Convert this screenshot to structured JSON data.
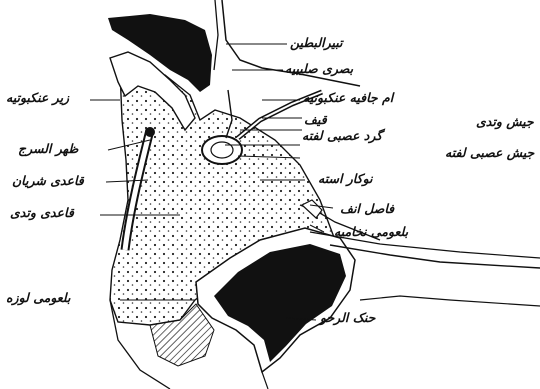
{
  "labels": {
    "tabbir_batin": "تبیرالبطین",
    "basri_salibiye": "بصری صلیبیه",
    "um_jafiye": "ام جافیه عنکبوتیه",
    "zir_ankabutiye": "زیر عنکبوتیه",
    "jesh_vatadi": "جیش وتدی",
    "qif": "قیف",
    "gard_asabi_lafte": "گرد عصبی لفته",
    "zahr_al_sarj": "ظهر السرج",
    "jesh_asabi_lafte": "جیش عصبی لفته",
    "qaedi_sheryan": "قاعدی شریان",
    "nukar_aste": "نوکار استه",
    "qaedi_vatadi": "قاعدی وتدی",
    "fasel_anf": "فاصل انف",
    "balumi_nokhamiye": "بلعومی نخامیه",
    "balumi_luze": "بلعومی لوزه",
    "hanak_al_rakhu": "حنک الرخو"
  }
}
